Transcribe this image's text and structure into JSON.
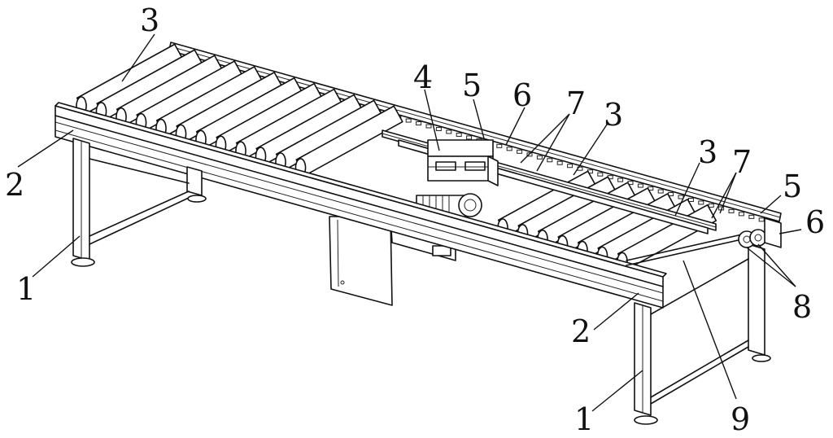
{
  "callouts": [
    {
      "id": "c1a",
      "label": "1"
    },
    {
      "id": "c1b",
      "label": "1"
    },
    {
      "id": "c2a",
      "label": "2"
    },
    {
      "id": "c2b",
      "label": "2"
    },
    {
      "id": "c3a",
      "label": "3"
    },
    {
      "id": "c3b",
      "label": "3"
    },
    {
      "id": "c3c",
      "label": "3"
    },
    {
      "id": "c4",
      "label": "4"
    },
    {
      "id": "c5a",
      "label": "5"
    },
    {
      "id": "c5b",
      "label": "5"
    },
    {
      "id": "c6a",
      "label": "6"
    },
    {
      "id": "c6b",
      "label": "6"
    },
    {
      "id": "c7a",
      "label": "7"
    },
    {
      "id": "c7b",
      "label": "7"
    },
    {
      "id": "c8",
      "label": "8"
    },
    {
      "id": "c9",
      "label": "9"
    }
  ]
}
